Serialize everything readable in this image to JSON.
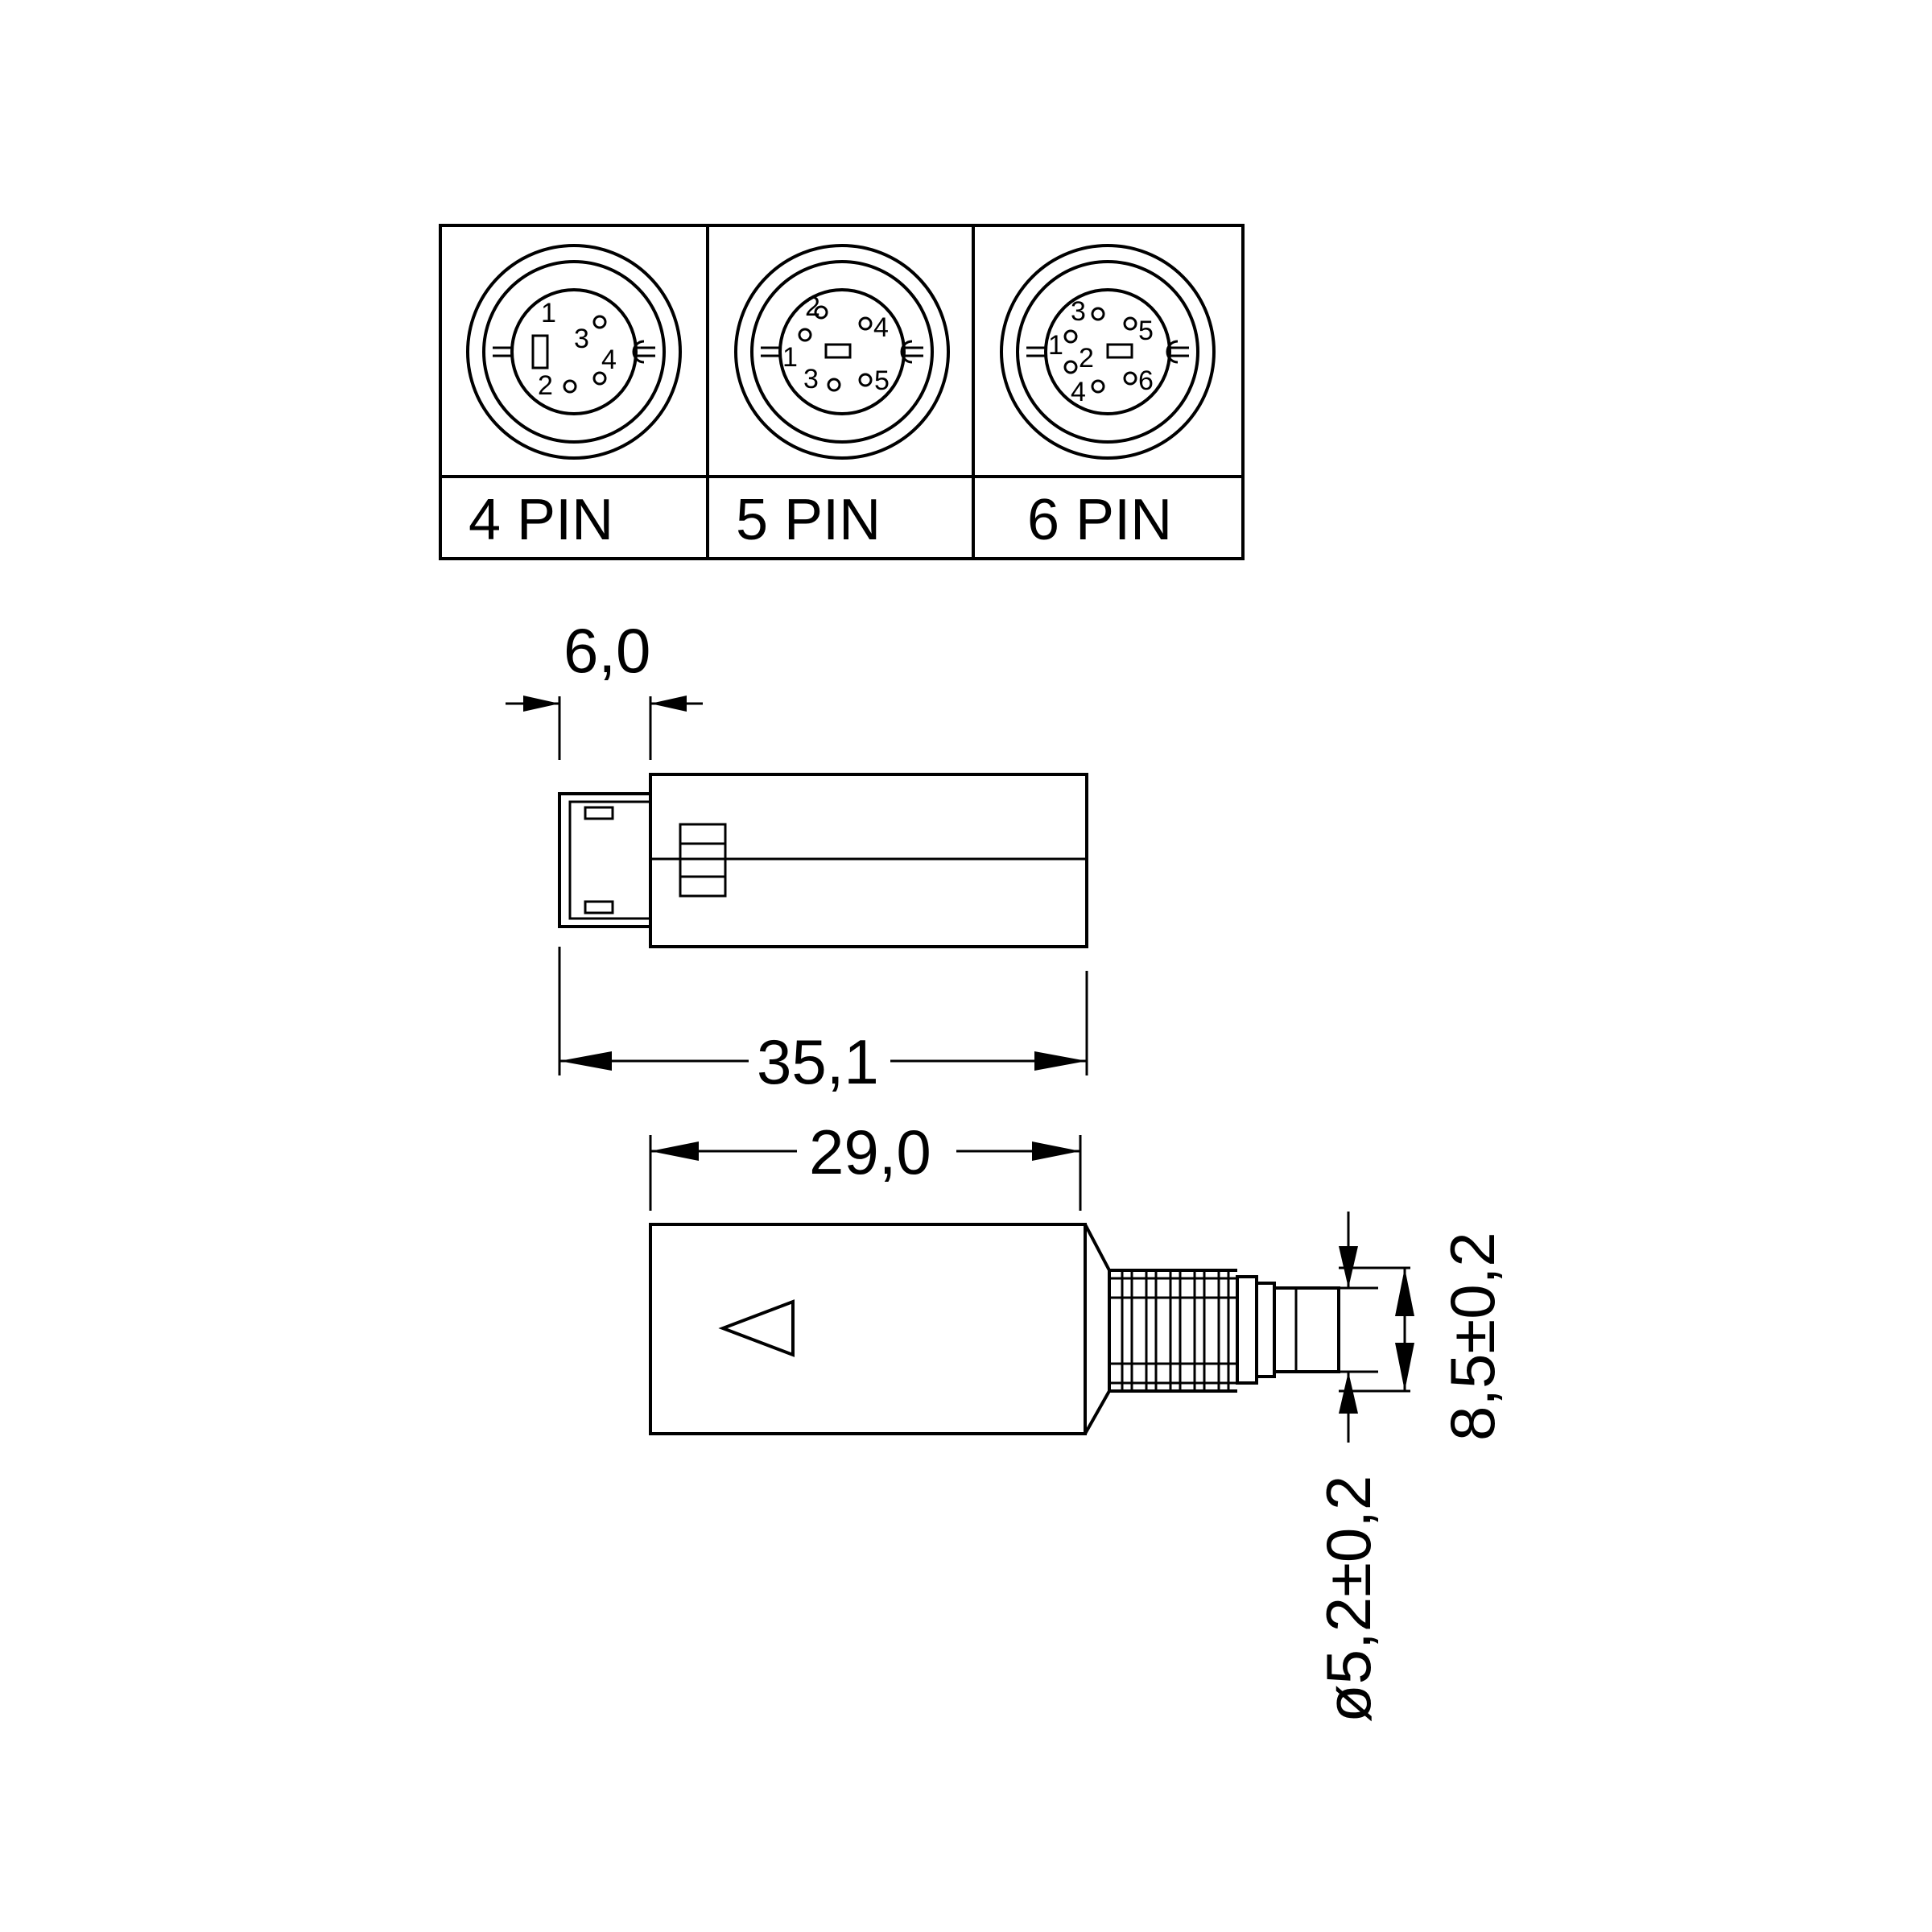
{
  "pin_table": {
    "labels": [
      "4 PIN",
      "5 PIN",
      "6 PIN"
    ],
    "connectors": [
      {
        "pin_numbers": [
          "1",
          "3",
          "2",
          "4"
        ]
      },
      {
        "pin_numbers": [
          "2",
          "4",
          "1",
          "3",
          "5"
        ]
      },
      {
        "pin_numbers": [
          "3",
          "5",
          "1",
          "2",
          "4",
          "6"
        ]
      }
    ]
  },
  "dimensions": {
    "insert_length": "6,0",
    "overall_length": "35,1",
    "body_length": "29,0",
    "strain_relief_height": "8,5±0,2",
    "cable_diameter": "ø5,2±0,2"
  },
  "icons": {
    "orientation_mark": "triangle-icon"
  }
}
